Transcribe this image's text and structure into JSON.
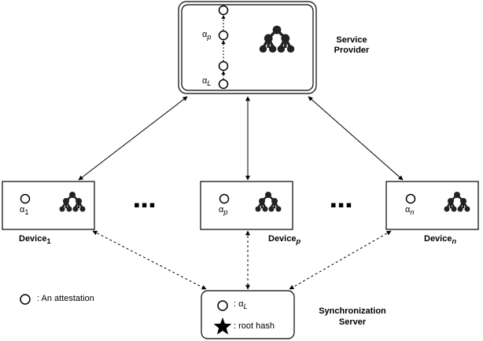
{
  "service_provider": {
    "label_line1": "Service",
    "label_line2": "Provider",
    "alpha_p": {
      "base": "α",
      "sub": "p"
    },
    "alpha_L": {
      "base": "α",
      "sub": "L"
    }
  },
  "devices": [
    {
      "name": "Device",
      "sub": "1",
      "alpha_base": "α",
      "alpha_sub": "1"
    },
    {
      "name": "Device",
      "sub": "p",
      "alpha_base": "α",
      "alpha_sub": "p"
    },
    {
      "name": "Device",
      "sub": "n",
      "alpha_base": "α",
      "alpha_sub": "n"
    }
  ],
  "ellipsis": "▪▪▪",
  "sync_server": {
    "label_line1": "Synchronization",
    "label_line2": "Server",
    "alpha_label": ": α",
    "alpha_sub": "L",
    "root_hash_label": ": root hash"
  },
  "legend": {
    "attestation_label": ": An attestation"
  }
}
